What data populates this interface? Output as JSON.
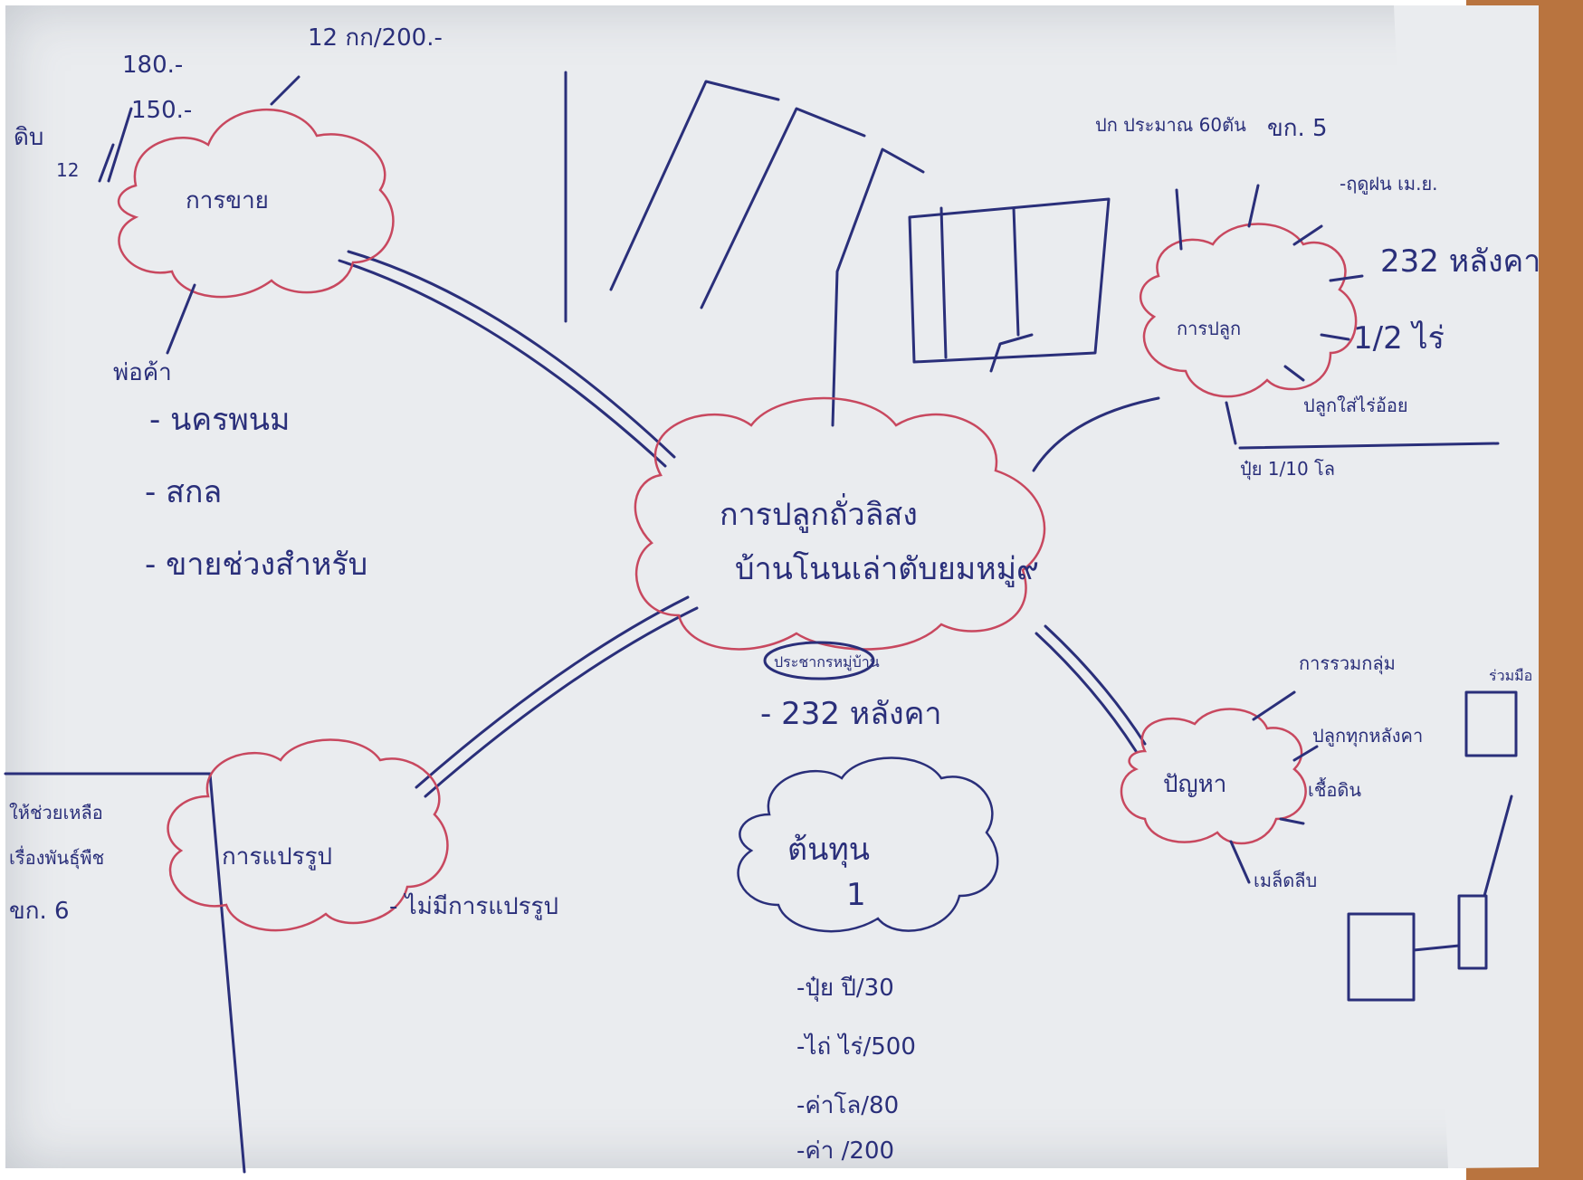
{
  "colors": {
    "ink": "#2a2f7a",
    "cloud_outline": "#c8485f",
    "paper": "#eaecef",
    "wood": "#b9743f"
  },
  "center": {
    "line1": "การปลูกถั่วลิสง",
    "line2": "บ้านโนนเล่าตับยมหมู่๙"
  },
  "selling": {
    "title": "การขาย",
    "prices": [
      "180.-",
      "150.-",
      "12 กก/200.-"
    ],
    "raw_label": "ดิบ",
    "raw_num": "12",
    "buyers_label": "พ่อค้า",
    "buyers": [
      "- นครพนม",
      "- สกล",
      "- ขายช่วงสำหรับ"
    ]
  },
  "planting": {
    "title": "การปลูก",
    "harvest": "ปก ประมาณ 60ตัน",
    "month": "ขก. 5",
    "season": "-ฤดูฝน เม.ย.",
    "households": "232 หลังคา",
    "area": "1/2 ไร่",
    "note": "ปลูกใส่ไร่อ้อย",
    "yield": "ปุ๋ย 1/10 โล"
  },
  "processing": {
    "title": "การแปรรูป",
    "note": "- ไม่มีการแปรรูป",
    "side1": "ให้ช่วยเหลือ",
    "side2": "เรื่องพันธุ์พืช",
    "side3": "ขก. 6"
  },
  "villagers": {
    "label": "ประชากรหมู่บ้าน",
    "value": "- 232 หลังคา"
  },
  "capital": {
    "title": "ต้นทุน",
    "num": "1",
    "items": [
      "-ปุ๋ย ปี/30",
      "-ไถ่ ไร่/500",
      "-ค่าโล/80",
      "-ค่า /200"
    ]
  },
  "problems": {
    "title": "ปัญหา",
    "items": [
      "การรวมกลุ่ม",
      "ปลูกทุกหลังคา",
      "เชื้อดิน",
      "เมล็ดลีบ"
    ],
    "small": "ร่วมมือ"
  }
}
